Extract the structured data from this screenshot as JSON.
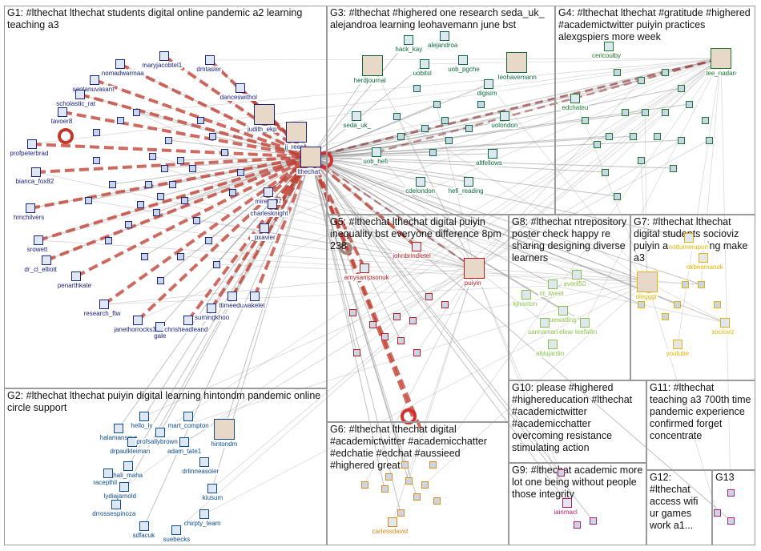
{
  "groups": [
    {
      "id": "G1",
      "label": "G1: #lthechat lthechat students digital online pandemic a2 learning teaching a3",
      "color": "#1a237e"
    },
    {
      "id": "G2",
      "label": "G2: #lthechat lthechat puiyin digital learning hintondm pandemic online circle support",
      "color": "#0d4c8c"
    },
    {
      "id": "G3",
      "label": "G3: #lthechat #highered one research seda_uk_ alejandroa learning leohavemann june bst",
      "color": "#0b6b3a"
    },
    {
      "id": "G4",
      "label": "G4: #lthechat lthechat #gratitude #highered #academictwitter puiyin practices alexgspiers more week",
      "color": "#1b7a2a"
    },
    {
      "id": "G5",
      "label": "G5: #lthechat lthechat digital puiyin inequality bst everyone difference 8pm 238",
      "color": "#b71c1c"
    },
    {
      "id": "G6",
      "label": "G6: #lthechat lthechat digital #academictwitter #academicchatter #edchatie #edchat #aussieed #highered great",
      "color": "#d98a1a"
    },
    {
      "id": "G7",
      "label": "G7: #lthechat lthechat digital students socioviz puiyin access using make a3",
      "color": "#e6b400"
    },
    {
      "id": "G8",
      "label": "G8: #lthechat ntrepository poster check happy re sharing designing diverse learners",
      "color": "#8bc34a"
    },
    {
      "id": "G9",
      "label": "G9: #lthechat academic more lot one being without people those integrity",
      "color": "#b0206a"
    },
    {
      "id": "G10",
      "label": "G10: please #highered #highereducation #lthechat #academictwitter #academicchatter overcoming resistance stimulating action",
      "color": "#777"
    },
    {
      "id": "G11",
      "label": "G11: #lthechat teaching a3 700th time pandemic experience confirmed forget concentrate",
      "color": "#5c3d99"
    },
    {
      "id": "G12",
      "label": "G12: #lthechat access wifi ur games work a1...",
      "color": "#555"
    },
    {
      "id": "G13",
      "label": "G13",
      "color": "#555"
    }
  ],
  "nodes": {
    "G1": [
      "nomadwarmaa",
      "maryjacobtel1",
      "dmtasler",
      "santanuvasant",
      "scholastic_rat",
      "danceswithol",
      "judith_ekp",
      "tavoer8",
      "jj_rees",
      "profpeterbrad",
      "lthechat",
      "bianca_fox82",
      "mirena07",
      "charlesknight",
      "hmchilvers",
      "_pxavier",
      "srowett",
      "wakelet",
      "dr_cl_elliott",
      "penarthkate",
      "ttimeedu",
      "research_ftw",
      "sumingkhoo",
      "janethorrocks3",
      "gale",
      "chrisheadleand"
    ],
    "G2": [
      "hello_ly",
      "mart_compton",
      "halamansour",
      "drpaulkleiman",
      "profsallybrown",
      "adam_tate1",
      "hintondm",
      "drlinneasoler",
      "hali_maha",
      "raceplhil",
      "kiusum",
      "lydiajarnold",
      "drrossespinoza",
      "chirpty_team",
      "sdfacuk",
      "suebecks"
    ],
    "G3": [
      "hack_kay",
      "alejandroa",
      "uobitsl",
      "uob_pgche",
      "herdjournal",
      "leohavemann",
      "digisim",
      "seda_uk_",
      "uolondon",
      "uob_hefi",
      "altfellows",
      "cdelondon",
      "hefi_reading"
    ],
    "G4": [
      "cericoulby",
      "tee_nadan",
      "edchateu"
    ],
    "G5": [
      "johnbrindletel",
      "amysampsonuk",
      "puiyin"
    ],
    "G6": [
      "carlessdavid"
    ],
    "G7": [
      "nottumerupon",
      "okbeamanuk",
      "olegggr",
      "youtube",
      "socioviz"
    ],
    "G8": [
      "averil50",
      "nt_tweet",
      "kjhaxton",
      "suewatling",
      "sannamaria",
      "elear leefallin",
      "afdujardin"
    ],
    "G9": [
      "iainmacl"
    ],
    "G10": [],
    "G11": [],
    "G12": [],
    "G13": []
  }
}
